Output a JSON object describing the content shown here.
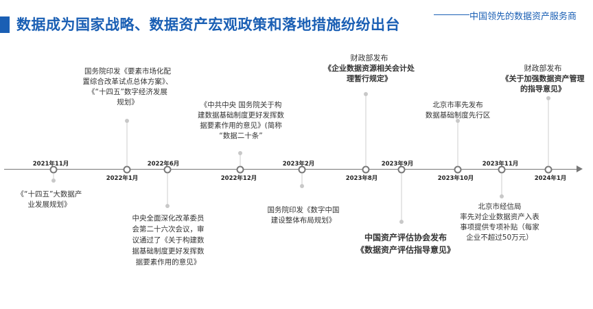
{
  "header": {
    "title": "数据成为国家战略、数据资产宏观政策和落地措施纷纷出台",
    "brand": "中国领先的数据资产服务商"
  },
  "timeline": {
    "dates": [
      "2021年11月",
      "2022年1月",
      "2022年6月",
      "2022年12月",
      "2023年2月",
      "2023年8月",
      "2023年9月",
      "2023年10月",
      "2023年11月",
      "2024年1月"
    ],
    "events": [
      {
        "lines": [
          "《“十四五”大数据产",
          "业发展规划》"
        ]
      },
      {
        "lines": [
          "国务院印发《要素市场化配",
          "置综合改革试点总体方案》、",
          "《“十四五”数字经济发展",
          "规划》"
        ]
      },
      {
        "lines": [
          "中央全面深化改革委员",
          "会第二十六次会议，审",
          "议通过了《关于构建数",
          "据基础制度更好发挥数",
          "据要素作用的意见》"
        ]
      },
      {
        "lines": [
          "《中共中央 国务院关于构",
          "建数据基础制度更好发挥数",
          "据要素作用的意见》(简称",
          "“数据二十条”"
        ]
      },
      {
        "lines": [
          "国务院印发《数字中国",
          "建设整体布局规划》"
        ]
      },
      {
        "lines": [
          "财政部发布",
          "《企业数据资源相关会计处",
          "理暂行规定》"
        ]
      },
      {
        "lines": [
          "中国资产评估协会发布",
          "《数据资产评估指导意见》"
        ]
      },
      {
        "lines": [
          "北京市率先发布",
          "数据基础制度先行区"
        ]
      },
      {
        "lines": [
          "北京市经信局",
          "率先对企业数据资产入表",
          "事项提供专项补贴（每家",
          "企业不超过50万元）"
        ]
      },
      {
        "lines": [
          "财政部发布",
          "《关于加强数据资产管理",
          "的指导意见》"
        ]
      }
    ]
  }
}
